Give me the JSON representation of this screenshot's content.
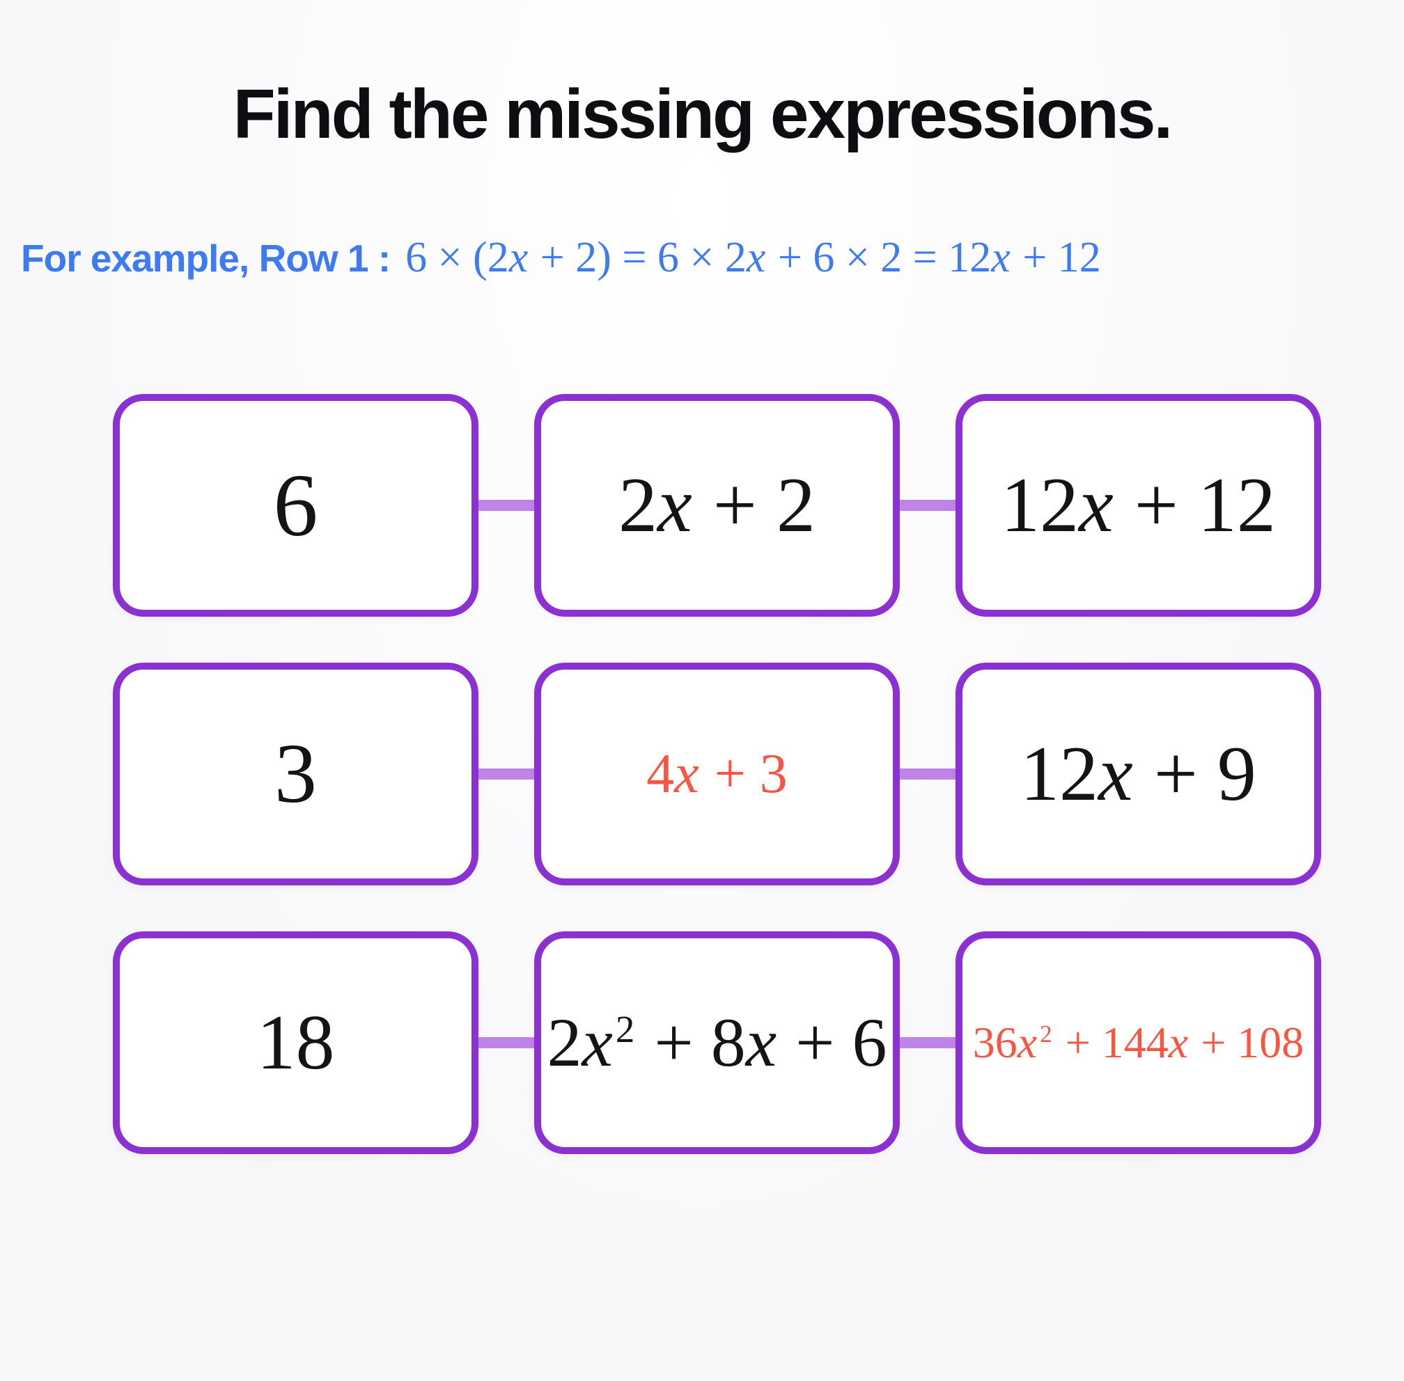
{
  "page": {
    "title": "Find the missing expressions."
  },
  "example": {
    "label": "For example, Row 1 :",
    "math": "6 × (2x + 2) = 6 × 2x + 6 × 2 = 12x + 12"
  },
  "colors": {
    "card_border": "#8B31D1",
    "connector": "#C084E8",
    "answer_text": "#F75742",
    "given_text": "#141418",
    "accent_blue": "#3E7BF2"
  },
  "grid": {
    "rows": [
      {
        "cells": [
          {
            "math": "6",
            "answer": false
          },
          {
            "math": "2x + 2",
            "answer": false
          },
          {
            "math": "12x + 12",
            "answer": false
          }
        ]
      },
      {
        "cells": [
          {
            "math": "3",
            "answer": false
          },
          {
            "math": "4x + 3",
            "answer": true
          },
          {
            "math": "12x + 9",
            "answer": false
          }
        ]
      },
      {
        "cells": [
          {
            "math": "18",
            "answer": false
          },
          {
            "math": "2x^2 + 8x + 6",
            "answer": false
          },
          {
            "math": "36x^2 + 144x + 108",
            "answer": true
          }
        ]
      }
    ]
  }
}
